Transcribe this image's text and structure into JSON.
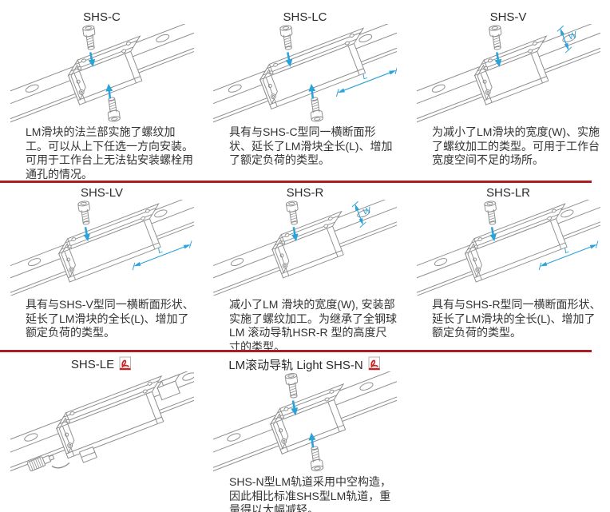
{
  "colors": {
    "divider_red": "#ad1c22",
    "dim_blue": "#2aa2da",
    "line_gray": "#8f8f8f",
    "text": "#333333",
    "pdf_red": "#d01f1f"
  },
  "dim_labels": {
    "length": "L",
    "width": "W"
  },
  "cells": [
    {
      "title": "SHS-C",
      "description": "LM滑块的法兰部实施了螺纹加工。可以从上下任选一方向安装。可用于工作台上无法钻安装螺栓用通孔的情况。",
      "illo": {
        "screw_top": true,
        "screw_bottom": true,
        "dim": "",
        "long": false,
        "cable": false,
        "piece": false
      }
    },
    {
      "title": "SHS-LC",
      "description": "具有与SHS-C型同一横断面形状、延长了LM滑块全长(L)、增加了额定负荷的类型。",
      "illo": {
        "screw_top": true,
        "screw_bottom": true,
        "dim": "L",
        "long": true,
        "cable": false,
        "piece": false
      }
    },
    {
      "title": "SHS-V",
      "description": "为减小了LM滑块的宽度(W)、实施了螺纹加工的类型。可用于工作台宽度空间不足的场所。",
      "illo": {
        "screw_top": true,
        "screw_bottom": false,
        "dim": "W",
        "long": false,
        "cable": false,
        "piece": false
      }
    },
    {
      "title": "SHS-LV",
      "description": "具有与SHS-V型同一横断面形状、延长了LM滑块的全长(L)、增加了额定负荷的类型。",
      "illo": {
        "screw_top": true,
        "screw_bottom": false,
        "dim": "L",
        "long": true,
        "cable": false,
        "piece": false
      }
    },
    {
      "title": "SHS-R",
      "description": "减小了LM 滑块的宽度(W), 安装部实施了螺纹加工。为继承了全钢球LM 滚动导轨HSR-R 型的高度尺寸的类型。",
      "illo": {
        "screw_top": true,
        "screw_bottom": false,
        "dim": "W",
        "long": false,
        "cable": false,
        "piece": false
      }
    },
    {
      "title": "SHS-LR",
      "description": "具有与SHS-R型同一横断面形状、延长了LM滑块的全长(L)、增加了额定负荷的类型。",
      "illo": {
        "screw_top": true,
        "screw_bottom": false,
        "dim": "L",
        "long": true,
        "cable": false,
        "piece": false
      }
    },
    {
      "title": "SHS-LE",
      "description": "",
      "has_pdf_icon": true,
      "illo": {
        "screw_top": false,
        "screw_bottom": false,
        "dim": "",
        "long": true,
        "cable": true,
        "piece": true
      }
    },
    {
      "title": "LM滚动导轨 Light SHS-N",
      "description": "SHS-N型LM轨道采用中空构造，因此相比标准SHS型LM轨道，重量得以大幅减轻。",
      "has_pdf_icon": true,
      "illo": {
        "screw_top": true,
        "screw_bottom": true,
        "dim": "",
        "long": false,
        "cable": false,
        "piece": false
      }
    }
  ]
}
